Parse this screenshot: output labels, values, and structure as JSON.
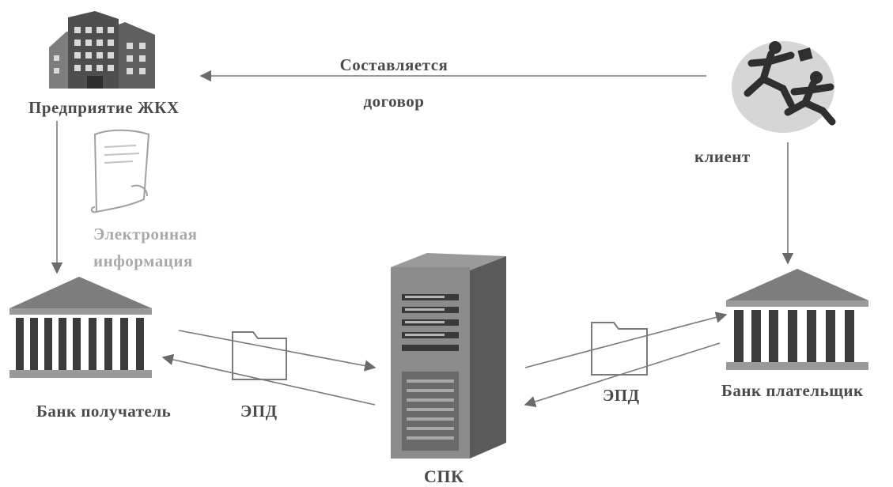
{
  "nodes": {
    "utility_company": {
      "label": "Предприятие ЖКХ",
      "icon": "office-building-icon"
    },
    "client": {
      "label": "клиент",
      "icon": "running-people-icon"
    },
    "electronic_info": {
      "line1": "Электронная",
      "line2": "информация",
      "icon": "document-scroll-icon"
    },
    "recipient_bank": {
      "label": "Банк получатель",
      "icon": "bank-building-icon"
    },
    "payer_bank": {
      "label": "Банк плательщик",
      "icon": "bank-building-icon"
    },
    "spk": {
      "label": "СПК",
      "icon": "server-tower-icon"
    }
  },
  "edges": {
    "contract": {
      "line1": "Составляется",
      "line2": "договор"
    },
    "epd_left": {
      "label": "ЭПД",
      "icon": "folder-icon"
    },
    "epd_right": {
      "label": "ЭПД",
      "icon": "folder-icon"
    }
  },
  "colors": {
    "ink": "#4a4a4a",
    "arrow": "#7a7a7a",
    "faint": "#a9a9a9",
    "gray_fill": "#8c8c8c",
    "dark_fill": "#3a3a3a"
  }
}
